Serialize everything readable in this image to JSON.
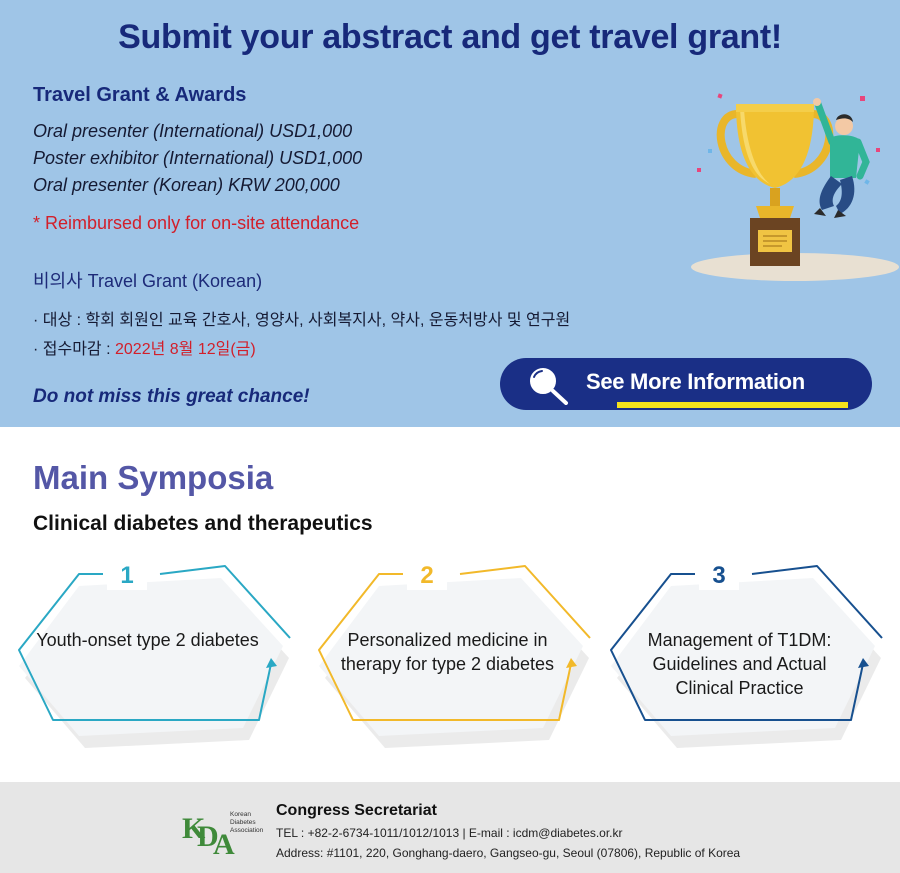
{
  "banner": {
    "title": "Submit your abstract and get travel grant!",
    "grant_heading": "Travel Grant & Awards",
    "grants": [
      "Oral presenter (International) USD1,000",
      "Poster exhibitor (International) USD1,000",
      "Oral presenter (Korean) KRW 200,000"
    ],
    "reimbursed_note": "* Reimbursed only for on-site attendance",
    "korean_heading": "비의사 Travel Grant (Korean)",
    "target_line": "· 대상 : 학회 회원인 교육 간호사, 영양사, 사회복지사, 약사, 운동처방사 및 연구원",
    "deadline_label": "· 접수마감 : ",
    "deadline_date": "2022년 8월 12일(금)",
    "miss_text": "Do not miss this great chance!",
    "see_more_label": "See More Information",
    "colors": {
      "background": "#9fc5e7",
      "navy": "#17297a",
      "red": "#d21f2a",
      "yellow": "#f5e21c"
    }
  },
  "symposia": {
    "title": "Main Symposia",
    "subtitle": "Clinical diabetes and therapeutics",
    "cards": [
      {
        "number": "1",
        "text": "Youth-onset type 2 diabetes",
        "color": "#2aa8c4"
      },
      {
        "number": "2",
        "text": "Personalized medicine in therapy for type 2 diabetes",
        "color": "#f2b92a"
      },
      {
        "number": "3",
        "text": "Management of T1DM: Guidelines and Actual Clinical Practice",
        "color": "#17508f"
      }
    ]
  },
  "footer": {
    "logo_letters": "KDA",
    "logo_org": "Korean Diabetes Association",
    "heading": "Congress Secretariat",
    "contact": "TEL : +82-2-6734-1011/1012/1013 | E-mail : icdm@diabetes.or.kr",
    "address": "Address: #1101, 220, Gonghang-daero, Gangseo-gu, Seoul (07806), Republic of Korea"
  },
  "icons": {
    "search": "magnifier-icon",
    "trophy": "trophy-illustration"
  }
}
